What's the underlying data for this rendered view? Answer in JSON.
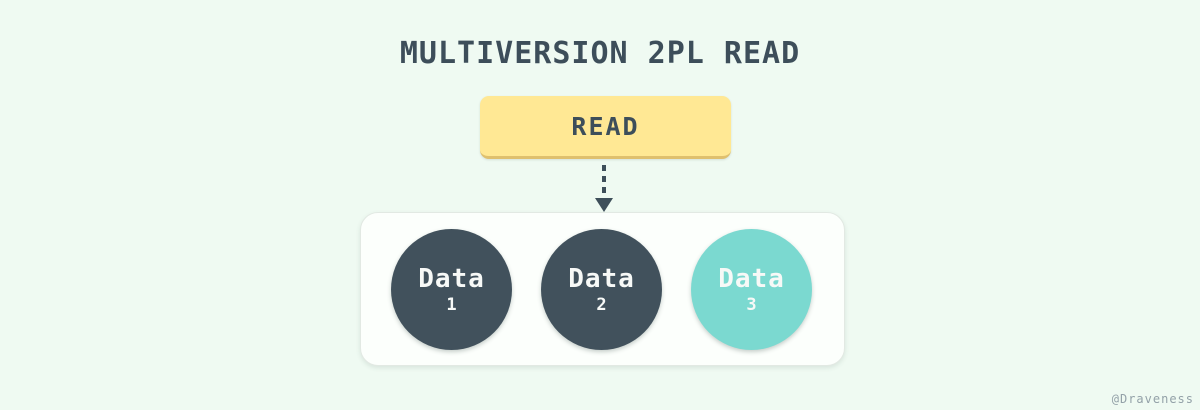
{
  "title": "MULTIVERSION 2PL READ",
  "read_box": {
    "label": "READ"
  },
  "arrow": {
    "style": "dashed",
    "direction": "down"
  },
  "container": {
    "circles": [
      {
        "label": "Data",
        "number": "1",
        "color": "#41515C",
        "text_color": "#F7F9F7"
      },
      {
        "label": "Data",
        "number": "2",
        "color": "#41515C",
        "text_color": "#F7F9F7"
      },
      {
        "label": "Data",
        "number": "3",
        "color": "#7BD9D0",
        "text_color": "#FFFFFF"
      }
    ]
  },
  "watermark": "@Draveness",
  "colors": {
    "background": "#EFFAF2",
    "title_text": "#3D4E5A",
    "read_box_fill": "#FFE894",
    "read_box_edge": "#DFC06E",
    "arrow": "#3E4F5A",
    "container_fill": "#FCFFFC",
    "container_border": "#E2E9E3",
    "circle_dark": "#41515C",
    "circle_teal": "#7BD9D0",
    "watermark_text": "#93A1A8"
  }
}
